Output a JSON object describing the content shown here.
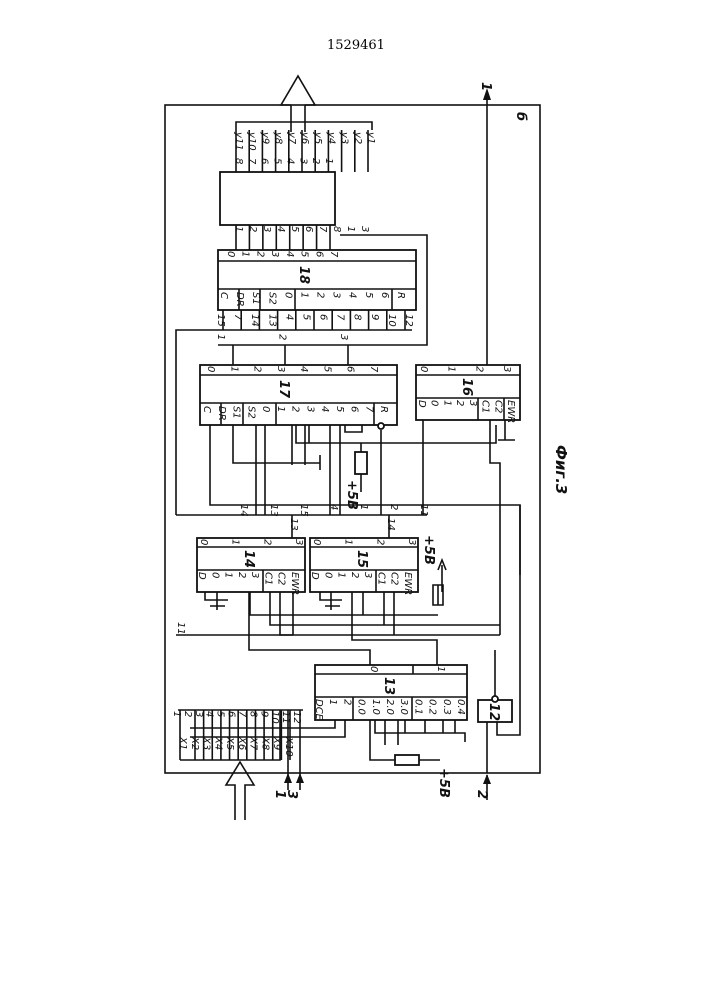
{
  "page_number": "1529461",
  "figure_caption": "Фиг.3",
  "frame_label": "б",
  "blocks": {
    "b12": "12",
    "b13": "13",
    "b14": "14",
    "b15": "15",
    "b16": "16",
    "b17": "17",
    "b18": "18"
  },
  "output_labels": [
    "y11",
    "y10",
    "y9",
    "y8",
    "y7",
    "y6",
    "y5",
    "y4",
    "y3",
    "y2",
    "y1"
  ],
  "display_top_pins": [
    "8",
    "7",
    "6",
    "5",
    "4",
    "3",
    "2",
    "1"
  ],
  "display_bottom_pins": [
    "1",
    "2",
    "3",
    "4",
    "5",
    "6",
    "7",
    "8",
    "1",
    "3"
  ],
  "b18_out_pins": [
    "0",
    "1",
    "2",
    "3",
    "4",
    "5",
    "6",
    "7"
  ],
  "b18_in_pins": [
    "C",
    "DR",
    "S1",
    "S2",
    "0",
    "1",
    "2",
    "3",
    "4",
    "5",
    "6",
    "R"
  ],
  "bus15_taps": [
    "15",
    "7",
    "14",
    "13",
    "4",
    "5",
    "6",
    "7",
    "8",
    "9",
    "10",
    "12"
  ],
  "bus_top_taps": [
    "1",
    "2",
    "3"
  ],
  "b17_out_pins": [
    "0",
    "1",
    "2",
    "3",
    "4",
    "5",
    "6",
    "7"
  ],
  "b17_in_pins": [
    "C",
    "DR",
    "S1",
    "S2",
    "0",
    "1",
    "2",
    "3",
    "4",
    "5",
    "6",
    "7",
    "R"
  ],
  "b16_out_pins": [
    "0",
    "1",
    "2",
    "3"
  ],
  "b16_in_pins": [
    "D",
    "0",
    "1",
    "2",
    "3",
    "C1",
    "C2",
    "EWR"
  ],
  "bus_mid_taps": [
    "14",
    "13",
    "15",
    "4",
    "1",
    "2",
    "11"
  ],
  "bus_mid_drops": [
    "13",
    "14"
  ],
  "b14_out_pins": [
    "0",
    "1",
    "2",
    "3"
  ],
  "b14_in_pins": [
    "D",
    "0",
    "1",
    "2",
    "3",
    "C1",
    "C2",
    "EWR"
  ],
  "b15_out_pins": [
    "0",
    "1",
    "2",
    "3"
  ],
  "b15_in_pins": [
    "D",
    "0",
    "1",
    "2",
    "3",
    "C1",
    "C2",
    "EWR"
  ],
  "b13_out_pins": [
    "0",
    "1"
  ],
  "b13_in_pins": [
    "DCE",
    "1",
    "2",
    "0.0",
    "1.0",
    "2.0",
    "3.0",
    "0.1",
    "0.2",
    "0.3",
    "0.4"
  ],
  "connector_pins": [
    "1",
    "2",
    "3",
    "4",
    "5",
    "6",
    "7",
    "8",
    "9",
    "10",
    "11",
    "12"
  ],
  "input_labels": [
    "X1",
    "X2",
    "X3",
    "X4",
    "X5",
    "X6",
    "X7",
    "X8",
    "X9",
    "X10"
  ],
  "bus11_label": "11",
  "supply_labels": [
    "+5В",
    "+5В",
    "+5В"
  ],
  "terminals": {
    "out1": "1",
    "in1": "1",
    "in3": "3",
    "in2": "2"
  }
}
